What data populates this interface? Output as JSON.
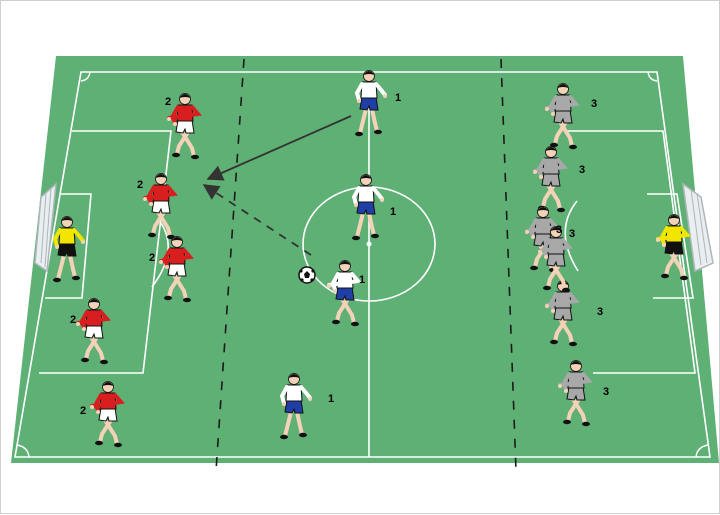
{
  "colors": {
    "field": "#5eb074",
    "field_dark": "#4b9a60",
    "lines": "#ffffff",
    "team1_shirt": "#ffffff",
    "team1_shorts": "#1f3fa6",
    "team2_shirt": "#d81e1e",
    "team2_shorts": "#ffffff",
    "team3_shirt": "#a8a8a8",
    "team3_shorts": "#a8a8a8",
    "goalkeeper_shirt": "#f2e600",
    "goalkeeper_shorts": "#111111",
    "hair": "#111111",
    "skin": "#f3d2b8"
  },
  "players": [
    {
      "team": "1",
      "label": "1"
    },
    {
      "team": "1",
      "label": "1"
    },
    {
      "team": "1",
      "label": "1"
    },
    {
      "team": "1",
      "label": "1"
    },
    {
      "team": "2",
      "label": "2"
    },
    {
      "team": "2",
      "label": "2"
    },
    {
      "team": "2",
      "label": "2"
    },
    {
      "team": "2",
      "label": "2"
    },
    {
      "team": "2",
      "label": "2"
    },
    {
      "team": "3",
      "label": "3"
    },
    {
      "team": "3",
      "label": "3"
    },
    {
      "team": "3",
      "label": "3"
    },
    {
      "team": "3",
      "label": "3"
    },
    {
      "team": "3",
      "label": "3"
    },
    {
      "team": "3",
      "label": "3"
    },
    {
      "team": "gk",
      "label": ""
    },
    {
      "team": "gk",
      "label": ""
    }
  ],
  "movement": [
    {
      "type": "run",
      "style": "solid"
    },
    {
      "type": "pass",
      "style": "dashed"
    }
  ]
}
